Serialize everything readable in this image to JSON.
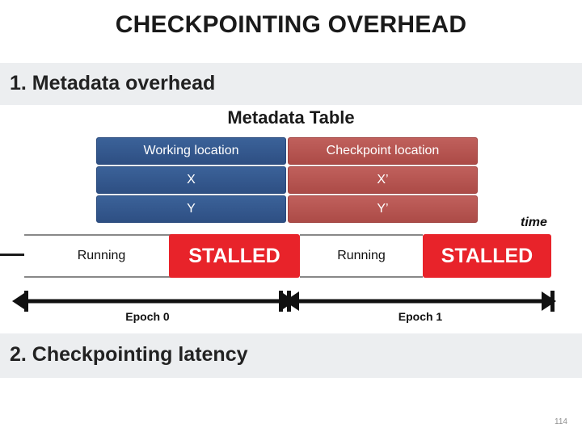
{
  "slide": {
    "title": "CHECKPOINTING OVERHEAD",
    "page_number": "114"
  },
  "bands": [
    {
      "label": "1. Metadata overhead"
    },
    {
      "label": "2. Checkpointing latency"
    }
  ],
  "table": {
    "caption": "Metadata Table",
    "headers": [
      "Working location",
      "Checkpoint location"
    ],
    "rows": [
      [
        "X",
        "X’"
      ],
      [
        "Y",
        "Y’"
      ]
    ],
    "colors": {
      "working_column": "#2f5597",
      "checkpoint_column": "#b85450"
    }
  },
  "timeline": {
    "time_label": "time",
    "segments": [
      {
        "label": "Running",
        "state": "running"
      },
      {
        "label": "STALLED",
        "state": "stalled"
      },
      {
        "label": "Running",
        "state": "running"
      },
      {
        "label": "STALLED",
        "state": "stalled"
      }
    ],
    "epochs": [
      {
        "label": "Epoch 0"
      },
      {
        "label": "Epoch 1"
      }
    ],
    "stalled_color": "#e8232a"
  }
}
